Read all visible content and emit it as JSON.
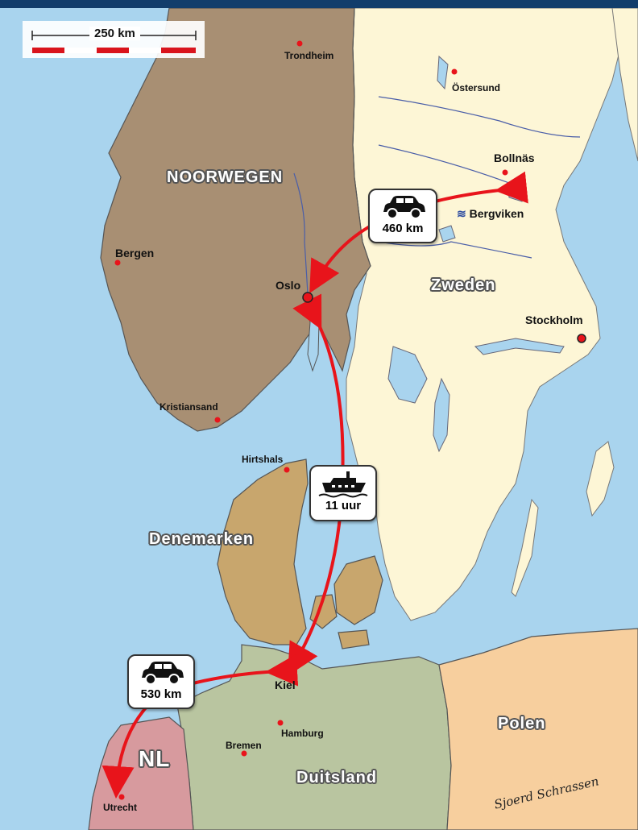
{
  "scale": {
    "label": "250 km"
  },
  "countries": {
    "norway": "NOORWEGEN",
    "sweden": "Zweden",
    "denmark": "Denemarken",
    "germany": "Duitsland",
    "poland": "Polen",
    "netherlands": "NL"
  },
  "cities": {
    "trondheim": "Trondheim",
    "ostersund": "Östersund",
    "bollnas": "Bollnäs",
    "bergviken": "Bergviken",
    "bergen": "Bergen",
    "oslo": "Oslo",
    "stockholm": "Stockholm",
    "kristiansand": "Kristiansand",
    "hirtshals": "Hirtshals",
    "kiel": "Kiel",
    "hamburg": "Hamburg",
    "bremen": "Bremen",
    "utrecht": "Utrecht"
  },
  "routes": {
    "car_north": {
      "icon": "car-icon",
      "distance": "460 km"
    },
    "ferry": {
      "icon": "ferry-icon",
      "duration": "11 uur"
    },
    "car_south": {
      "icon": "car-icon",
      "distance": "530 km"
    }
  },
  "signature": "Sjoerd Schrassen",
  "colors": {
    "sea": "#a9d4ee",
    "norway": "#a88f73",
    "sweden": "#fdf6d6",
    "denmark": "#c8a66d",
    "germany": "#b9c5a0",
    "poland": "#f7cf9e",
    "netherlands": "#d79a9e",
    "route": "#e8141b",
    "header": "#123d6b"
  }
}
